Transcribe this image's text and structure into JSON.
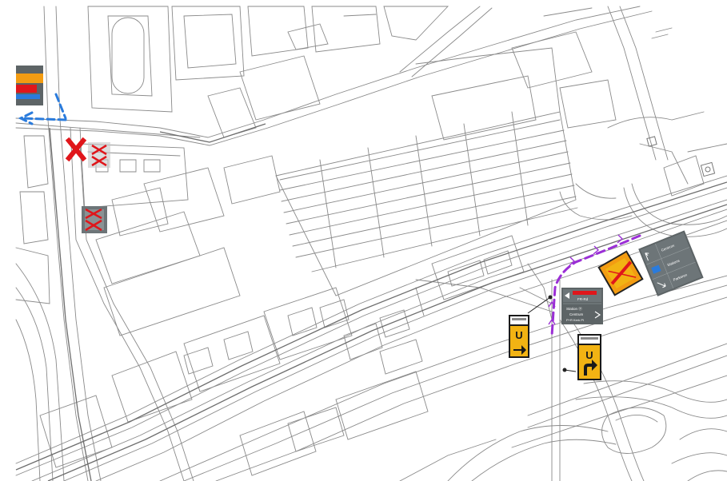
{
  "map": {
    "colors": {
      "background": "#ffffff",
      "line": "#8a8a8a",
      "line_dark": "#6e6e6e",
      "detour_blue": "#2a7bdc",
      "detour_purple": "#9b2fd6",
      "closure_red": "#e0161b",
      "sign_yellow": "#f2b313",
      "sign_orange": "#f39c12",
      "sign_gray": "#5d6466",
      "sign_gray_light": "#6d7578"
    }
  },
  "signs": {
    "bike_u_straight": {
      "letter": "U",
      "arrow": "right-arrow-icon"
    },
    "bike_u_right": {
      "letter": "U",
      "arrow": "turn-right-arrow-icon"
    },
    "route_sign": {
      "line1": "FR-Rd",
      "line2": "Station ⓟ",
      "line3": "Centrum",
      "line4": "P+R Kerk Pl"
    },
    "direction_board": {
      "line1": "Centrum",
      "line2": "Stations",
      "line3": "Parkeren"
    }
  }
}
